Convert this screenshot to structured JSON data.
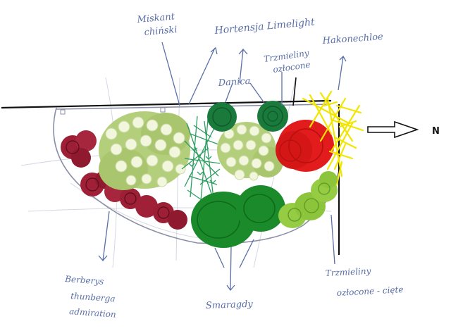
{
  "labels": {
    "miskant": [
      "Miskant",
      "chiński"
    ],
    "hortensja": "Hortensja Limelight",
    "hakonechloe": "Hakonechloe",
    "trzmieliny_top": [
      "Trzmieliny",
      "ozłocone"
    ],
    "danica": "Danica",
    "berberys": [
      "Berberys",
      "thunberga",
      "admiration"
    ],
    "szmaragdy": "Smaragdy",
    "trzmieliny_bottom": [
      "Trzmieliny",
      "ozłocone - cięte"
    ],
    "north": "N"
  },
  "colors": {
    "ink": "#5a6fa8",
    "berberys": "#9c1f36",
    "hortensja": "#b4cf7b",
    "hortensja_flower": "#f1f6dc",
    "miskant": "#2e9d62",
    "danica": "#1a7a3c",
    "szmaragd": "#1a8a2a",
    "red_plant": "#e21c1c",
    "hakonechloe": "#f2e600",
    "trzmielina": "#96cc43"
  }
}
